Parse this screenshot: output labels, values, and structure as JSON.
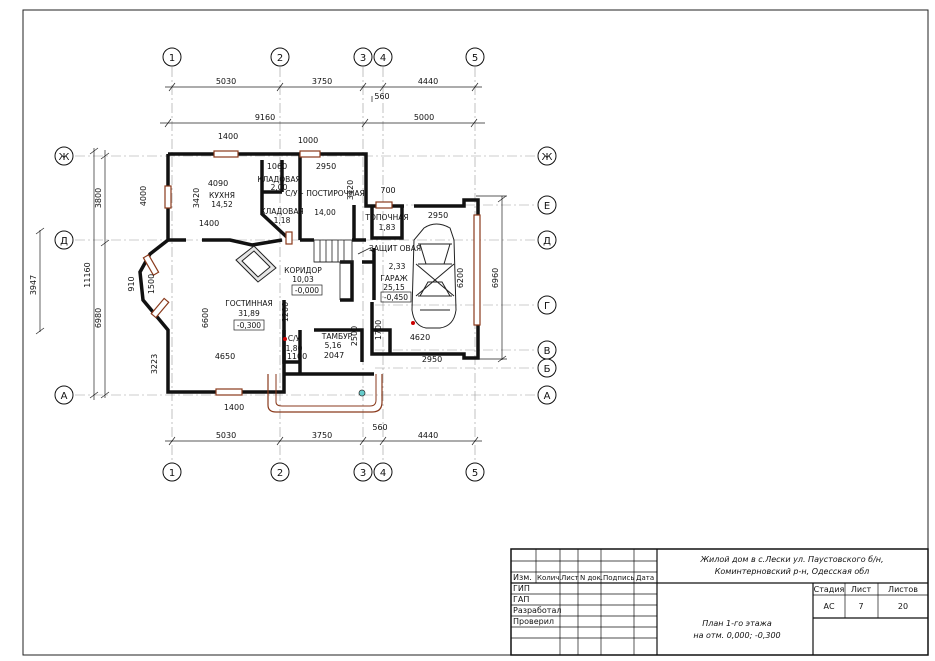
{
  "axes": {
    "vertical": [
      "1",
      "2",
      "3",
      "4",
      "5"
    ],
    "horizontal": [
      "Ж",
      "Е",
      "Д",
      "Г",
      "В",
      "Б",
      "А"
    ]
  },
  "dims": {
    "top": [
      "5030",
      "3750",
      "4440",
      "560"
    ],
    "bottom": [
      "5030",
      "3750",
      "4440",
      "560"
    ],
    "top_second": [
      "9160",
      "5000"
    ],
    "left_outer": [
      "11160",
      "3947"
    ],
    "left_inner": [
      "3800",
      "6980"
    ],
    "right": [
      "6960"
    ],
    "interior": [
      "1400",
      "1000",
      "1060",
      "2950",
      "4090",
      "4000",
      "3420",
      "1400",
      "910",
      "1500",
      "3223",
      "4650",
      "6600",
      "1200",
      "2500",
      "1100",
      "2047",
      "1400",
      "700",
      "2950",
      "6200",
      "1700",
      "4620",
      "2950",
      "3420"
    ]
  },
  "rooms": [
    {
      "name": "КУХНЯ",
      "area": "14,52"
    },
    {
      "name": "КЛАДОВАЯ",
      "area": "2,00"
    },
    {
      "name": "КЛАДОВАЯ",
      "area": "1,18"
    },
    {
      "name": "С/У+ ПОСТИРОЧНАЯ",
      "area": "14,00"
    },
    {
      "name": "ТОПОЧНАЯ",
      "area": "1,83"
    },
    {
      "name": "ЗАЩИТ ОВАЯ",
      "area": "2,33"
    },
    {
      "name": "ГАРАЖ",
      "area": "25,15"
    },
    {
      "name": "КОРИДОР",
      "area": "10,03"
    },
    {
      "name": "ГОСТИННАЯ",
      "area": "31,89"
    },
    {
      "name": "С/У",
      "area": "1,80"
    },
    {
      "name": "ТАМБУР",
      "area": "5,16"
    }
  ],
  "levels": {
    "corridor": "-0,000",
    "living": "-0,300",
    "garage": "-0,450"
  },
  "title_block": {
    "headers": [
      "Изм.",
      "Колич.",
      "Лист",
      "N док.",
      "Подпись",
      "Дата"
    ],
    "roles": [
      "ГИП",
      "ГАП",
      "Разработал",
      "Проверил"
    ],
    "project": "Жилой дом в с.Лески ул. Паустовского б/н, Коминтерновский р-н, Одесская обл",
    "project_line1": "Жилой дом в с.Лески ул. Паустовского б/н,",
    "project_line2": "Коминтерновский р-н, Одесская обл",
    "sheet_title_line1": "План 1-го этажа",
    "sheet_title_line2": "на отм. 0,000; -0,300",
    "stage_label": "Стадия",
    "sheet_label": "Лист",
    "sheets_label": "Листов",
    "stage": "АС",
    "sheet": "7",
    "sheets": "20"
  }
}
